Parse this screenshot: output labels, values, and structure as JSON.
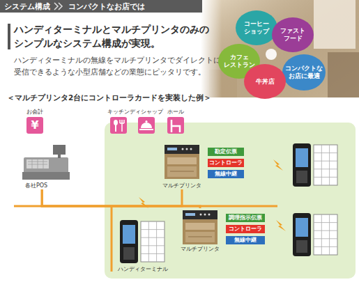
{
  "diagram": {
    "title": "ハンディターミナルとマルチプリンタのみの シンプルなシステム構成が実現。",
    "nodes": [
      {
        "text": [
          "システム構成",
          "コンパクトなお店では"
        ]
      },
      {
        "text": [
          "コーヒー ショップ"
        ]
      },
      {
        "text": [
          "ファスト フード"
        ]
      },
      {
        "text": [
          "カフェ レストラン"
        ]
      },
      {
        "text": [
          "コンパクトな お店に最適"
        ]
      },
      {
        "text": [
          "牛丼店"
        ]
      },
      {
        "text": [
          "お会計",
          "¥"
        ]
      },
      {
        "text": [
          "キッチン"
        ]
      },
      {
        "text": [
          "ディシャップ"
        ]
      },
      {
        "text": [
          "ホール"
        ]
      },
      {
        "text": [
          "各社POS"
        ]
      },
      {
        "text": [
          "マルチプリンタ"
        ]
      },
      {
        "text": [
          "勘定伝票"
        ]
      },
      {
        "text": [
          "コントローラ"
        ]
      },
      {
        "text": [
          "無線中継"
        ]
      },
      {
        "text": [
          "マルチプリンタ"
        ]
      },
      {
        "text": [
          "調理指示伝票"
        ]
      },
      {
        "text": [
          "コントローラ"
        ]
      },
      {
        "text": [
          "無線中継"
        ]
      },
      {
        "text": [
          "ハンディターミナル"
        ]
      }
    ],
    "edges": [
      {
        "from": 10,
        "to": 11,
        "arrow": "none"
      },
      {
        "from": 10,
        "to": 15,
        "arrow": "none"
      }
    ],
    "labels": [
      "ハンディターミナルの無線をマルチプリンタでダイレクトに 受信できるような小型店舗などの業態にピッタリです。",
      "＜マルチプリンタ2台にコントローラカードを実装した例＞"
    ]
  }
}
